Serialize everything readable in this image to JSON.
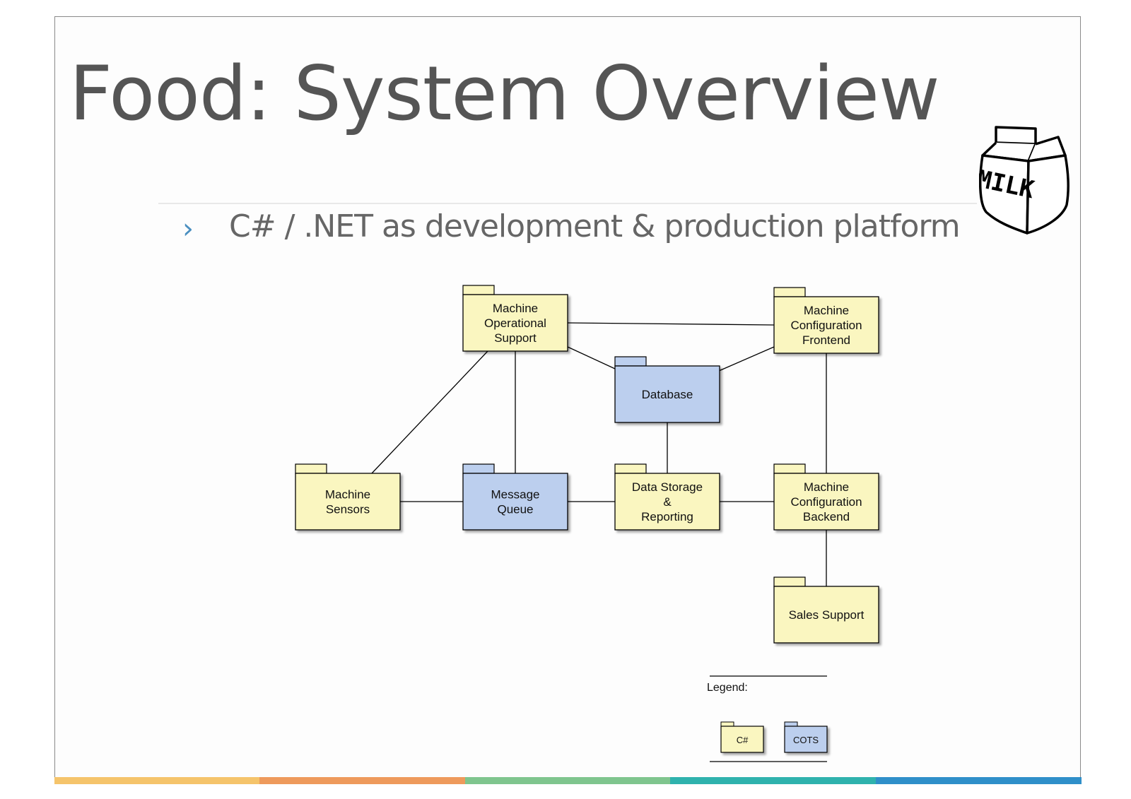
{
  "slide": {
    "title": "Food:  System Overview",
    "bullet_marker": "›",
    "bullet_text": "C# / .NET as development & production platform"
  },
  "illustration": {
    "icon": "milk-carton-icon",
    "label": "MILK"
  },
  "colors": {
    "csharp_fill": "#faf6c0",
    "cots_fill": "#bccfee",
    "bullet_accent": "#4a8fc0",
    "bottom_bar": [
      "#f5c46b",
      "#ee9a5c",
      "#7fc58e",
      "#2fb2ad",
      "#2f8fc9"
    ]
  },
  "diagram": {
    "nodes": [
      {
        "id": "mos",
        "name": "machine-operational-support",
        "type": "C#",
        "lines": [
          "Machine",
          "Operational",
          "Support"
        ]
      },
      {
        "id": "mcf",
        "name": "machine-configuration-frontend",
        "type": "C#",
        "lines": [
          "Machine",
          "Configuration",
          "Frontend"
        ]
      },
      {
        "id": "db",
        "name": "database",
        "type": "COTS",
        "lines": [
          "Database"
        ]
      },
      {
        "id": "ms",
        "name": "machine-sensors",
        "type": "C#",
        "lines": [
          "Machine",
          "Sensors"
        ]
      },
      {
        "id": "mq",
        "name": "message-queue",
        "type": "COTS",
        "lines": [
          "Message",
          "Queue"
        ]
      },
      {
        "id": "dsr",
        "name": "data-storage-reporting",
        "type": "C#",
        "lines": [
          "Data Storage",
          "&",
          "Reporting"
        ]
      },
      {
        "id": "mcb",
        "name": "machine-configuration-backend",
        "type": "C#",
        "lines": [
          "Machine",
          "Configuration",
          "Backend"
        ]
      },
      {
        "id": "ss",
        "name": "sales-support",
        "type": "C#",
        "lines": [
          "Sales Support"
        ]
      }
    ],
    "edges": [
      [
        "mos",
        "mcf"
      ],
      [
        "mos",
        "db"
      ],
      [
        "mcf",
        "db"
      ],
      [
        "mos",
        "ms"
      ],
      [
        "mos",
        "mq"
      ],
      [
        "db",
        "dsr"
      ],
      [
        "mcf",
        "mcb"
      ],
      [
        "ms",
        "mq"
      ],
      [
        "mq",
        "dsr"
      ],
      [
        "dsr",
        "mcb"
      ],
      [
        "mcb",
        "ss"
      ]
    ],
    "legend": {
      "title": "Legend:",
      "items": [
        {
          "type": "C#",
          "label": "C#"
        },
        {
          "type": "COTS",
          "label": "COTS"
        }
      ]
    }
  }
}
